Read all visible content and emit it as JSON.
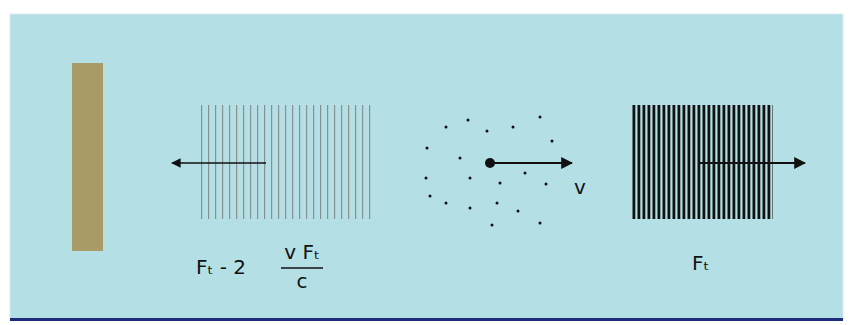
{
  "diagram": {
    "labels": [
      "Fₜ - 2",
      "v Fₜ",
      "c",
      "v",
      "Fₜ"
    ]
  }
}
